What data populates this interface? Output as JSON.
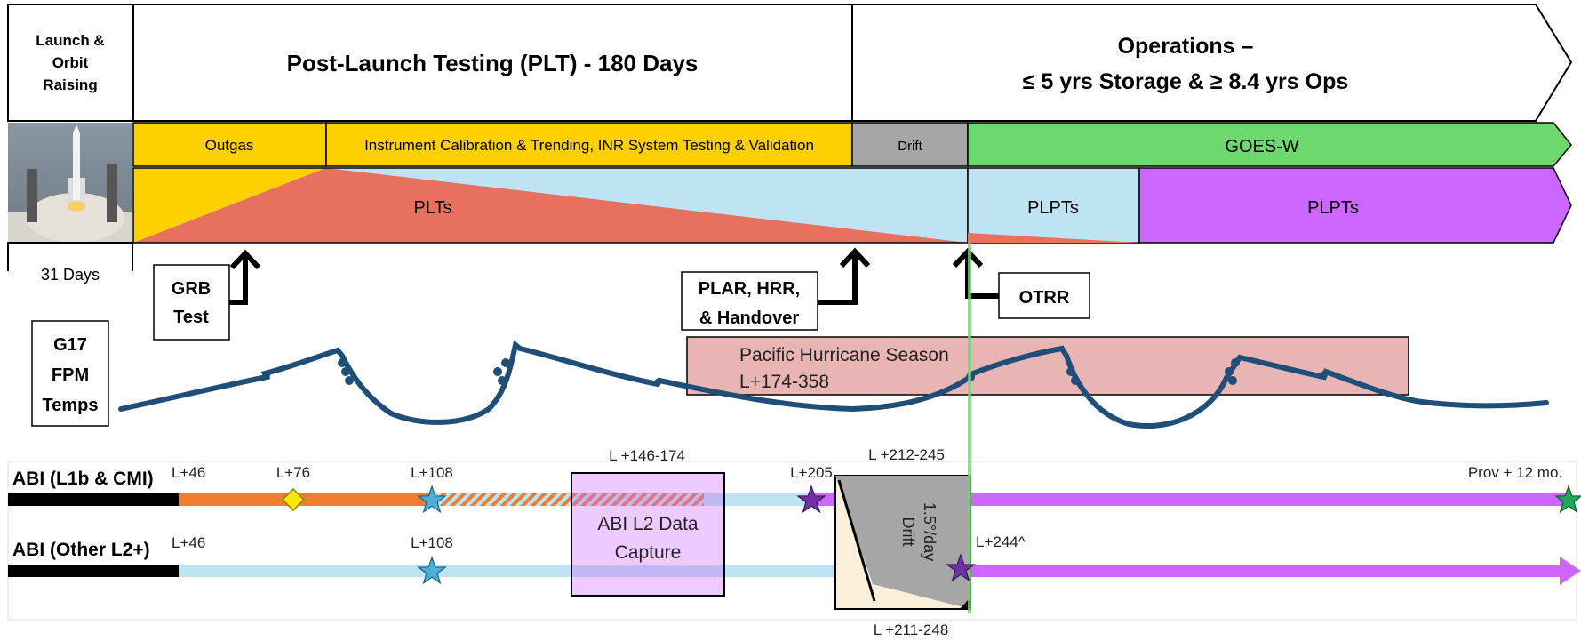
{
  "header": {
    "launch": [
      "Launch &",
      "Orbit",
      "Raising"
    ],
    "plt": "Post-Launch Testing (PLT) - 180 Days",
    "ops": [
      "Operations –",
      "≤ 5 yrs Storage & ≥ 8.4 yrs Ops"
    ]
  },
  "phases": {
    "outgas": "Outgas",
    "calibration": "Instrument Calibration & Trending, INR System Testing & Validation",
    "drift": "Drift",
    "goes_w": "GOES-W",
    "plts": "PLTs",
    "plpts_1": "PLPTs",
    "plpts_2": "PLPTs"
  },
  "days_31": "31 Days",
  "reviews": {
    "grb": [
      "GRB",
      "Test"
    ],
    "plar": [
      "PLAR, HRR,",
      "& Handover"
    ],
    "otrr": "OTRR"
  },
  "fpm_label": [
    "G17",
    "FPM",
    "Temps"
  ],
  "hurricane": [
    "Pacific Hurricane Season",
    "L+174-358"
  ],
  "abi": {
    "row1_label": "ABI (L1b & CMI)",
    "row2_label": "ABI (Other L2+)",
    "l46_1": "L+46",
    "l76": "L+76",
    "l108_1": "L+108",
    "l146": "L +146-174",
    "l205": "L+205",
    "l212": "L +212-245",
    "prov": "Prov + 12 mo.",
    "l46_2": "L+46",
    "l108_2": "L+108",
    "l244": "L+244^",
    "l211": "L +211-248",
    "data_capture": [
      "ABI L2 Data",
      "Capture"
    ],
    "drift_rate": [
      "1.5°/day",
      "Drift"
    ]
  },
  "colors": {
    "yellow": "#FFD000",
    "salmon": "#E8705E",
    "light_blue": "#BEE3F2",
    "gray": "#A6A6A6",
    "green": "#6DD86D",
    "purple": "#CC66FF",
    "orange": "#ED7D31",
    "navy": "#1F4E79",
    "hurricane_fill": "#E8B4B4"
  }
}
